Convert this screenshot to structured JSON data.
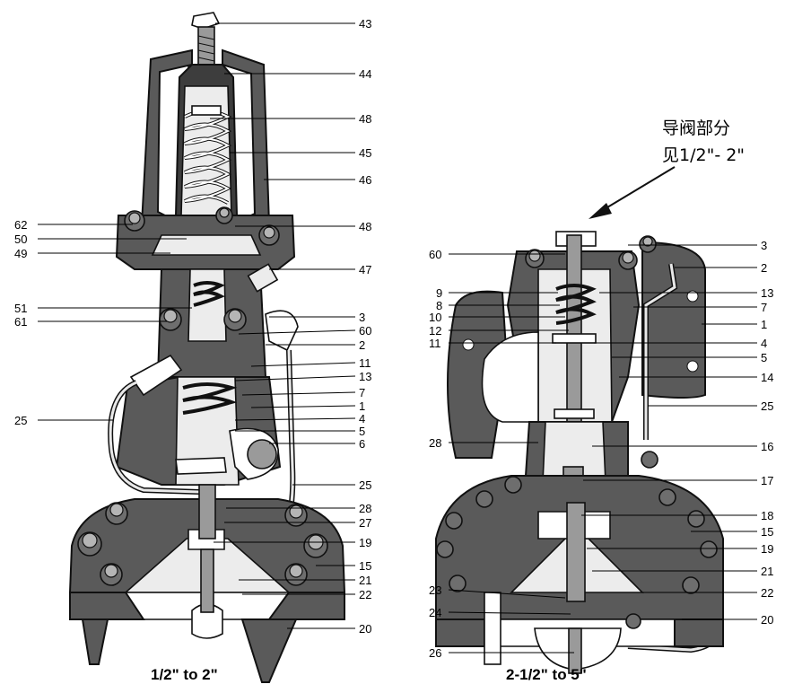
{
  "left_view": {
    "caption": "1/2\" to 2\"",
    "labels_right": [
      "43",
      "44",
      "48",
      "45",
      "46",
      "48",
      "47",
      "3",
      "60",
      "2",
      "11",
      "13",
      "7",
      "1",
      "4",
      "5",
      "6",
      "25",
      "28",
      "27",
      "19",
      "15",
      "21",
      "22",
      "20"
    ],
    "labels_left": [
      "62",
      "50",
      "49",
      "51",
      "61",
      "25"
    ]
  },
  "right_view": {
    "caption": "2-1/2\" to 5\"",
    "pilot_note": [
      "导阀部分",
      "见1/2\"-  2\""
    ],
    "labels_right": [
      "3",
      "2",
      "13",
      "7",
      "1",
      "4",
      "5",
      "14",
      "25",
      "16",
      "17",
      "18",
      "15",
      "19",
      "21",
      "22",
      "20"
    ],
    "labels_left": [
      "60",
      "9",
      "8",
      "10",
      "12",
      "11",
      "28",
      "23",
      "24",
      "26"
    ]
  },
  "colors": {
    "casting": "#5a5a5a",
    "cutaway": "#ececec",
    "ink": "#000000"
  }
}
